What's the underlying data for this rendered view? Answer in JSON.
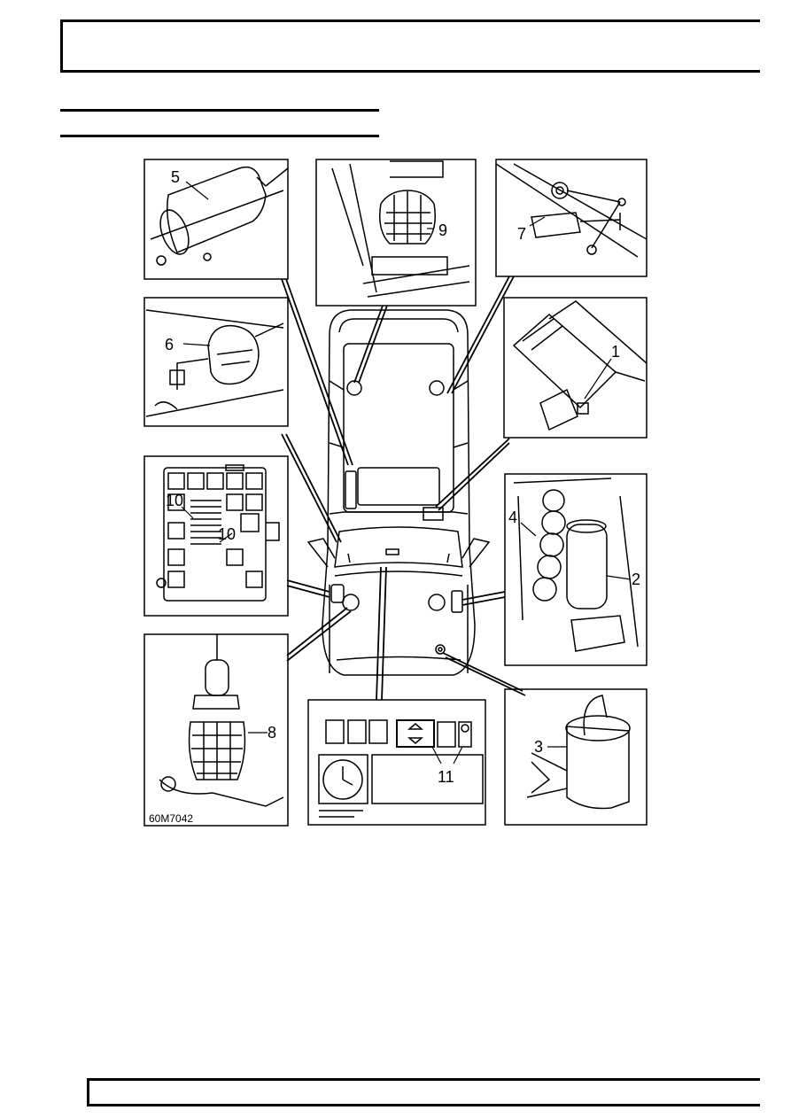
{
  "figure": {
    "code": "60M7042",
    "callouts": [
      {
        "id": "c1",
        "text": "1"
      },
      {
        "id": "c2",
        "text": "2"
      },
      {
        "id": "c3",
        "text": "3"
      },
      {
        "id": "c4",
        "text": "4"
      },
      {
        "id": "c5",
        "text": "5"
      },
      {
        "id": "c6",
        "text": "6"
      },
      {
        "id": "c7",
        "text": "7"
      },
      {
        "id": "c8",
        "text": "8"
      },
      {
        "id": "c9",
        "text": "9"
      },
      {
        "id": "c10a",
        "text": "10"
      },
      {
        "id": "c10b",
        "text": "10"
      },
      {
        "id": "c11",
        "text": "11"
      }
    ]
  }
}
